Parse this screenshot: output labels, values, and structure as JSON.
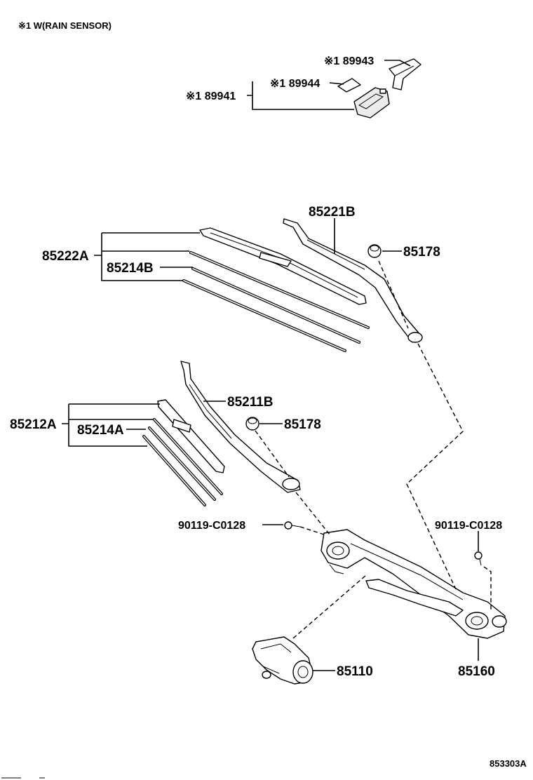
{
  "note": "※1 W(RAIN SENSOR)",
  "figure_id": "853303A",
  "parts": {
    "p89943": "※1 89943",
    "p89944": "※1 89944",
    "p89941": "※1 89941",
    "p85221B": "85221B",
    "p85178_top": "85178",
    "p85222A": "85222A",
    "p85214B": "85214B",
    "p85211B": "85211B",
    "p85212A": "85212A",
    "p85214A": "85214A",
    "p85178_mid": "85178",
    "bolt_left": "90119-C0128",
    "bolt_right": "90119-C0128",
    "p85110": "85110",
    "p85160": "85160"
  }
}
